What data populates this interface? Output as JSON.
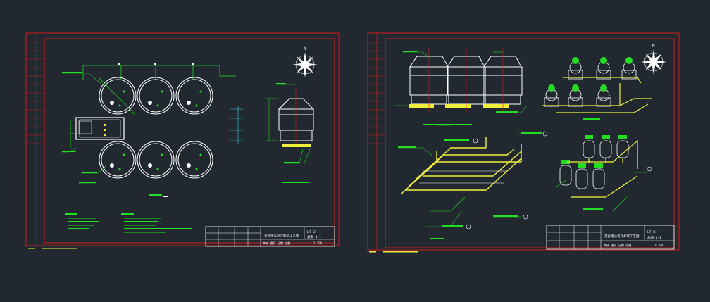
{
  "colors": {
    "background": "#212830",
    "frame": "#d01c1c",
    "geometry": "#ffffff",
    "annotation": "#22dd22",
    "pipe": "#f0f03c",
    "dimension": "#30d8d8",
    "leader": "#e02020"
  },
  "sheets": [
    {
      "name": "sheet-plan",
      "title_block": {
        "project_title": "某有限公司冷却塔工艺图",
        "drawing_no": "LT-07",
        "sheet": "总图-1-1",
        "scale": "1:100"
      },
      "footer_text": "审核  图号  日期  比例"
    },
    {
      "name": "sheet-piping",
      "title_block": {
        "project_title": "某有限公司冷却塔工艺图",
        "drawing_no": "LT-07",
        "sheet": "总图-1-1",
        "scale": "1:100"
      },
      "footer_text": "审核  图号  日期  比例"
    }
  ]
}
